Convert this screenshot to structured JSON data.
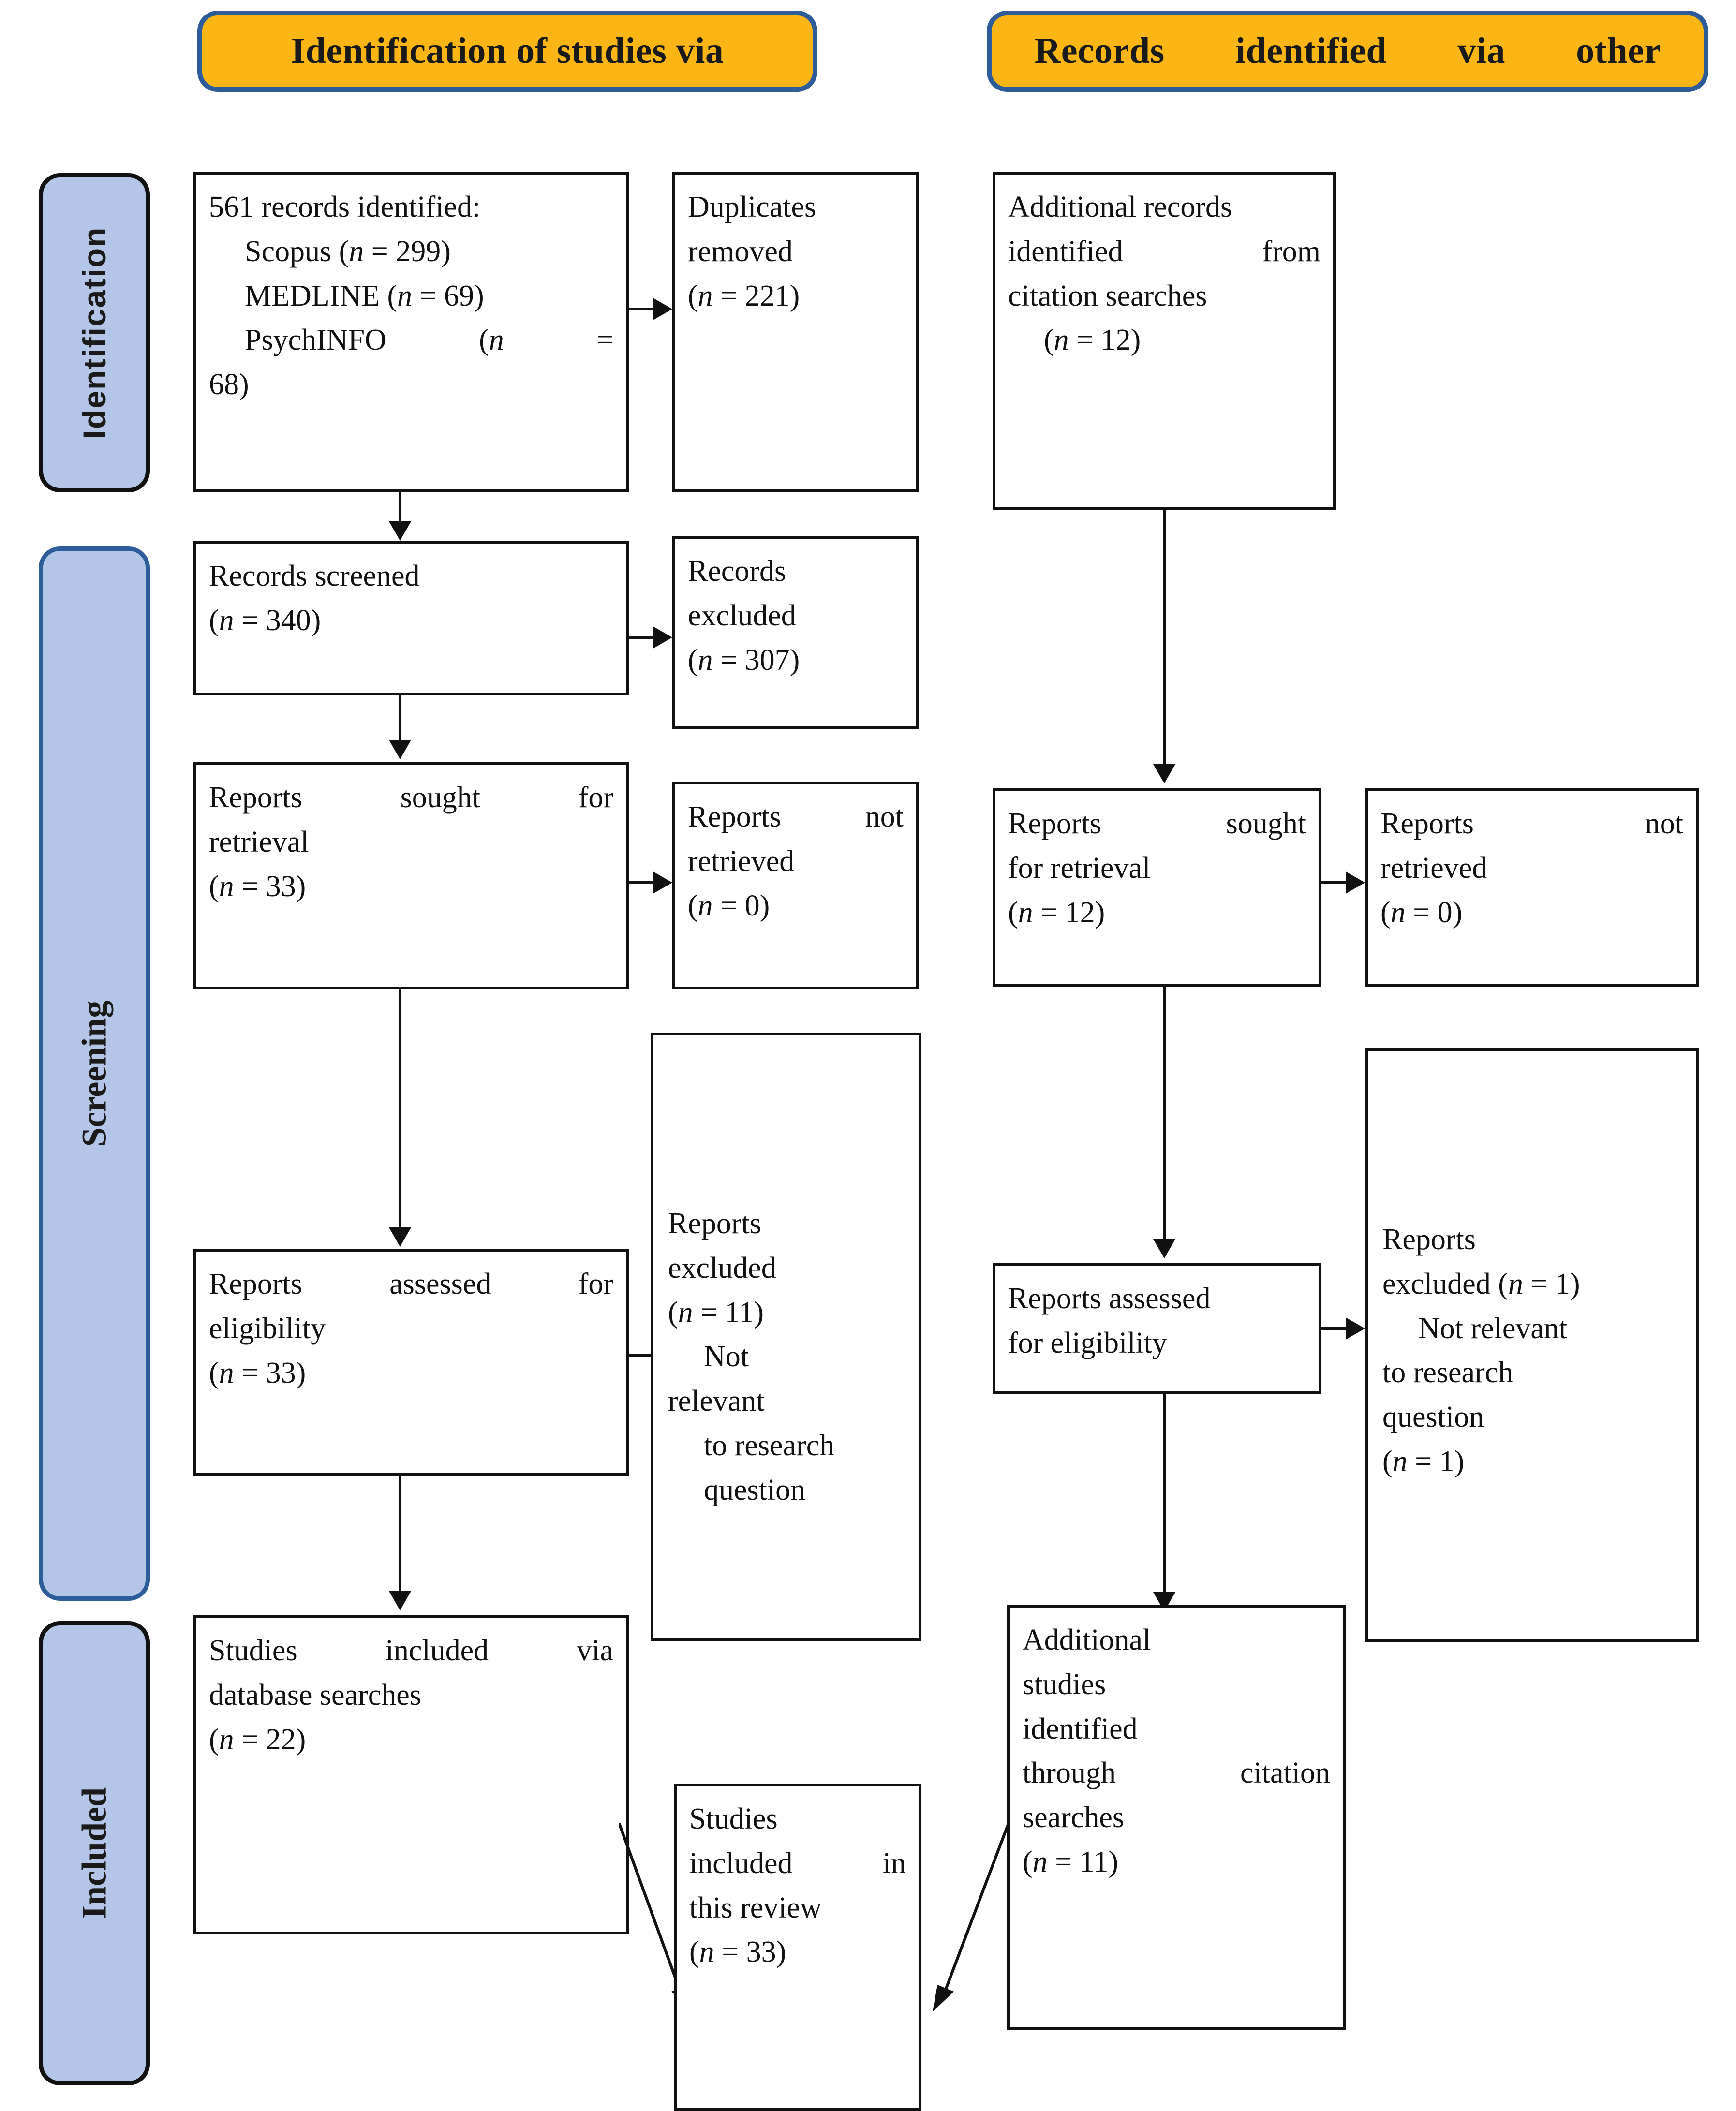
{
  "diagram": {
    "title": "PRISMA flow diagram",
    "colors": {
      "banner_fill": "#FBB615",
      "banner_border": "#2E5C9A",
      "rail_fill": "#B3C6E7",
      "rail_border_black": "#111111",
      "rail_border_blue": "#2E5C9A",
      "box_border": "#111111",
      "line": "#111111"
    }
  },
  "banners": {
    "left": "Identification of studies via",
    "right": "Records identified via other"
  },
  "stages": [
    {
      "key": "identification",
      "label": "Identification"
    },
    {
      "key": "screening",
      "label": "Screening"
    },
    {
      "key": "included",
      "label": "Included"
    }
  ],
  "boxes": {
    "records_identified": {
      "line1": "561 records identified:",
      "line2_label": "Scopus (",
      "line2_n": "n",
      "line2_val": " = 299)",
      "line3_label": "MEDLINE (",
      "line3_val": " = 69)",
      "line4_label": "PsychINFO  (",
      "line4_val": "  =",
      "line5": "68)"
    },
    "duplicates_removed": {
      "line1": "Duplicates",
      "line2": "removed",
      "n_text": " = 221)"
    },
    "additional_records": {
      "line1": "Additional records",
      "line2": "identified      from",
      "line3": "citation searches",
      "n_text": " = 12)"
    },
    "records_screened": {
      "line1": "Records screened",
      "n_text": " = 340)"
    },
    "records_excluded": {
      "line1": "Records",
      "line2": "excluded",
      "n_text": " = 307)"
    },
    "reports_sought_left": {
      "line1": "Reports sought for",
      "line2": "retrieval",
      "n_text": " = 33)"
    },
    "reports_not_retrieved_left": {
      "line1": "Reports not",
      "line2": "retrieved",
      "n_text": " = 0)"
    },
    "reports_sought_right": {
      "line1": "Reports sought",
      "line2": "for retrieval",
      "n_text": " = 12)"
    },
    "reports_not_retrieved_right": {
      "line1": "Reports not",
      "line2": "retrieved",
      "n_text": " = 0)"
    },
    "reports_assessed_left": {
      "line1": "Reports assessed for",
      "line2": "eligibility",
      "n_text": " = 33)"
    },
    "reports_excluded_left": {
      "line1": "Reports",
      "line2": "excluded",
      "n_text": " = 11)",
      "line4": "Not",
      "line5": "relevant",
      "line6": "to research",
      "line7": "question"
    },
    "reports_assessed_right": {
      "line1": "Reports assessed",
      "line2": "for eligibility"
    },
    "reports_excluded_right": {
      "line1": "Reports",
      "line2_pre": "excluded (",
      "line2_post": " = 1)",
      "line3": "Not relevant",
      "line4": "to research",
      "line5": "question",
      "n_text": " = 1)"
    },
    "studies_included_db": {
      "line1": "Studies included via",
      "line2": "database searches",
      "n_text": " = 22)"
    },
    "additional_studies": {
      "line1": "Additional",
      "line2": "studies",
      "line3": "identified",
      "line4": "through citation",
      "line5": "searches",
      "n_text": " = 11)"
    },
    "studies_in_review": {
      "line1": "Studies",
      "line2": "included      in",
      "line3": "this review",
      "n_text": " = 33)"
    }
  },
  "symbols": {
    "n_italic": "n",
    "open_paren": "("
  }
}
